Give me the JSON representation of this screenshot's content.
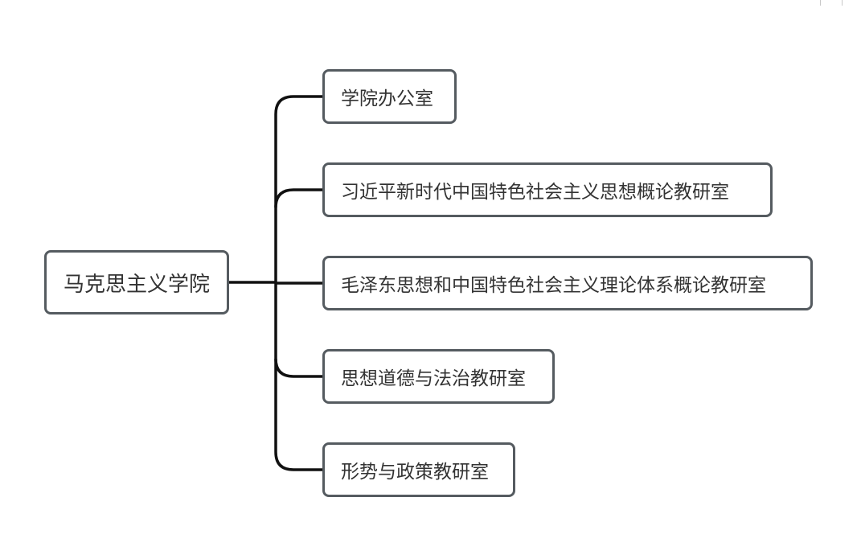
{
  "root": {
    "label": "马克思主义学院"
  },
  "children": [
    {
      "label": "学院办公室"
    },
    {
      "label": "习近平新时代中国特色社会主义思想概论教研室"
    },
    {
      "label": "毛泽东思想和中国特色社会主义理论体系概论教研室"
    },
    {
      "label": "思想道德与法治教研室"
    },
    {
      "label": "形势与政策教研室"
    }
  ],
  "colors": {
    "node_border": "#555b60",
    "connector": "#111111",
    "text": "#333333"
  }
}
